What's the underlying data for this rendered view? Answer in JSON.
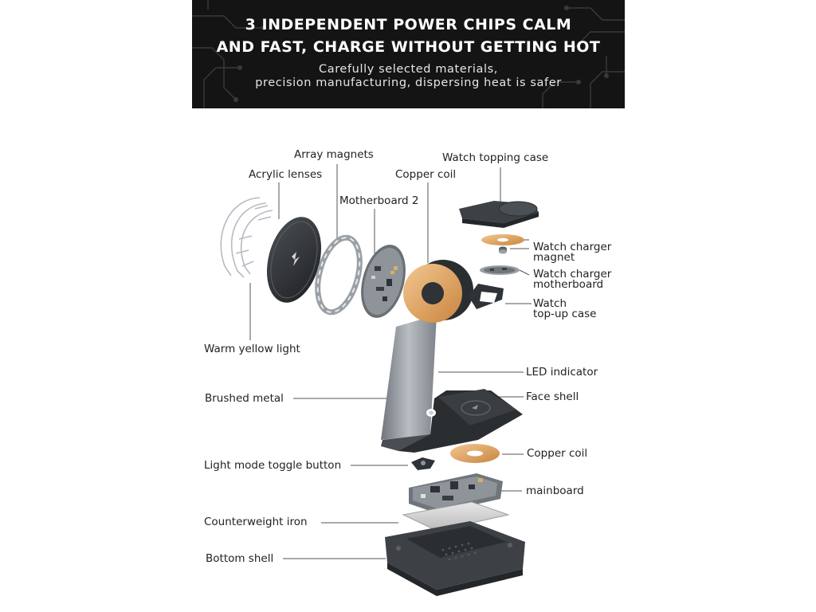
{
  "banner": {
    "title_line1": "3 INDEPENDENT POWER CHIPS CALM",
    "title_line2": "AND FAST, CHARGE WITHOUT GETTING HOT",
    "subtitle_line1": "Carefully selected materials,",
    "subtitle_line2": "precision manufacturing, dispersing heat is safer"
  },
  "labels": {
    "array_magnets": "Array magnets",
    "watch_topping_case": "Watch topping case",
    "acrylic_lenses": "Acrylic lenses",
    "copper_coil_top": "Copper coil",
    "motherboard_2": "Motherboard 2",
    "watch_charger_magnet_1": "Watch charger",
    "watch_charger_magnet_2": "magnet",
    "watch_charger_motherboard_1": "Watch charger",
    "watch_charger_motherboard_2": "motherboard",
    "watch_topup_case_1": "Watch",
    "watch_topup_case_2": "top-up case",
    "warm_yellow_light": "Warm yellow light",
    "led_indicator": "LED indicator",
    "brushed_metal": "Brushed metal",
    "face_shell": "Face shell",
    "copper_coil_bottom": "Copper coil",
    "light_mode_toggle_button": "Light mode toggle button",
    "mainboard": "mainboard",
    "counterweight_iron": "Counterweight iron",
    "bottom_shell": "Bottom shell"
  },
  "colors": {
    "banner_bg": "#141414",
    "copper": "#e0a35f",
    "dark_metal": "#2f3236",
    "brushed_metal": "#9aa0a6",
    "leader_line": "#555555"
  }
}
